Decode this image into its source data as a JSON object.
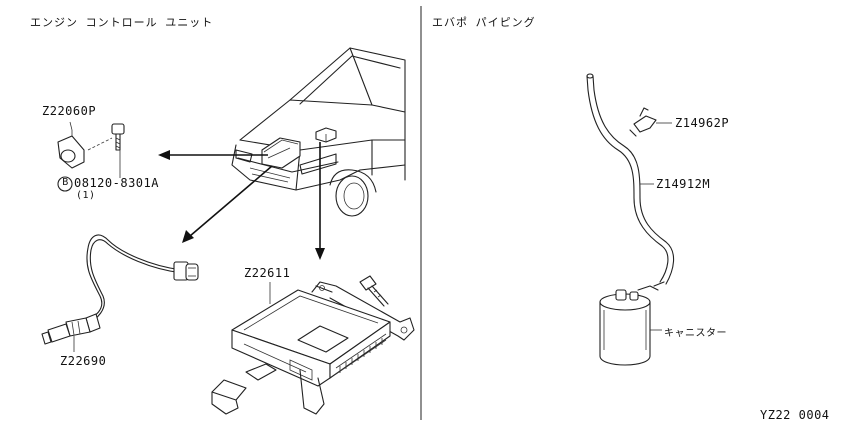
{
  "left_panel": {
    "title": "エンジン コントロール ユニット",
    "parts": {
      "sensor": "Z22060P",
      "bolt_code": "08120-8301A",
      "bolt_qty": "(1)",
      "bolt_mark": "B",
      "ecu": "Z22611",
      "o2_sensor": "Z22690"
    }
  },
  "right_panel": {
    "title": "エバポ パイピング",
    "parts": {
      "clip": "Z14962P",
      "hose": "Z14912M",
      "canister": "キャニスター"
    }
  },
  "footer": {
    "page_code": "YZ22 0004"
  }
}
